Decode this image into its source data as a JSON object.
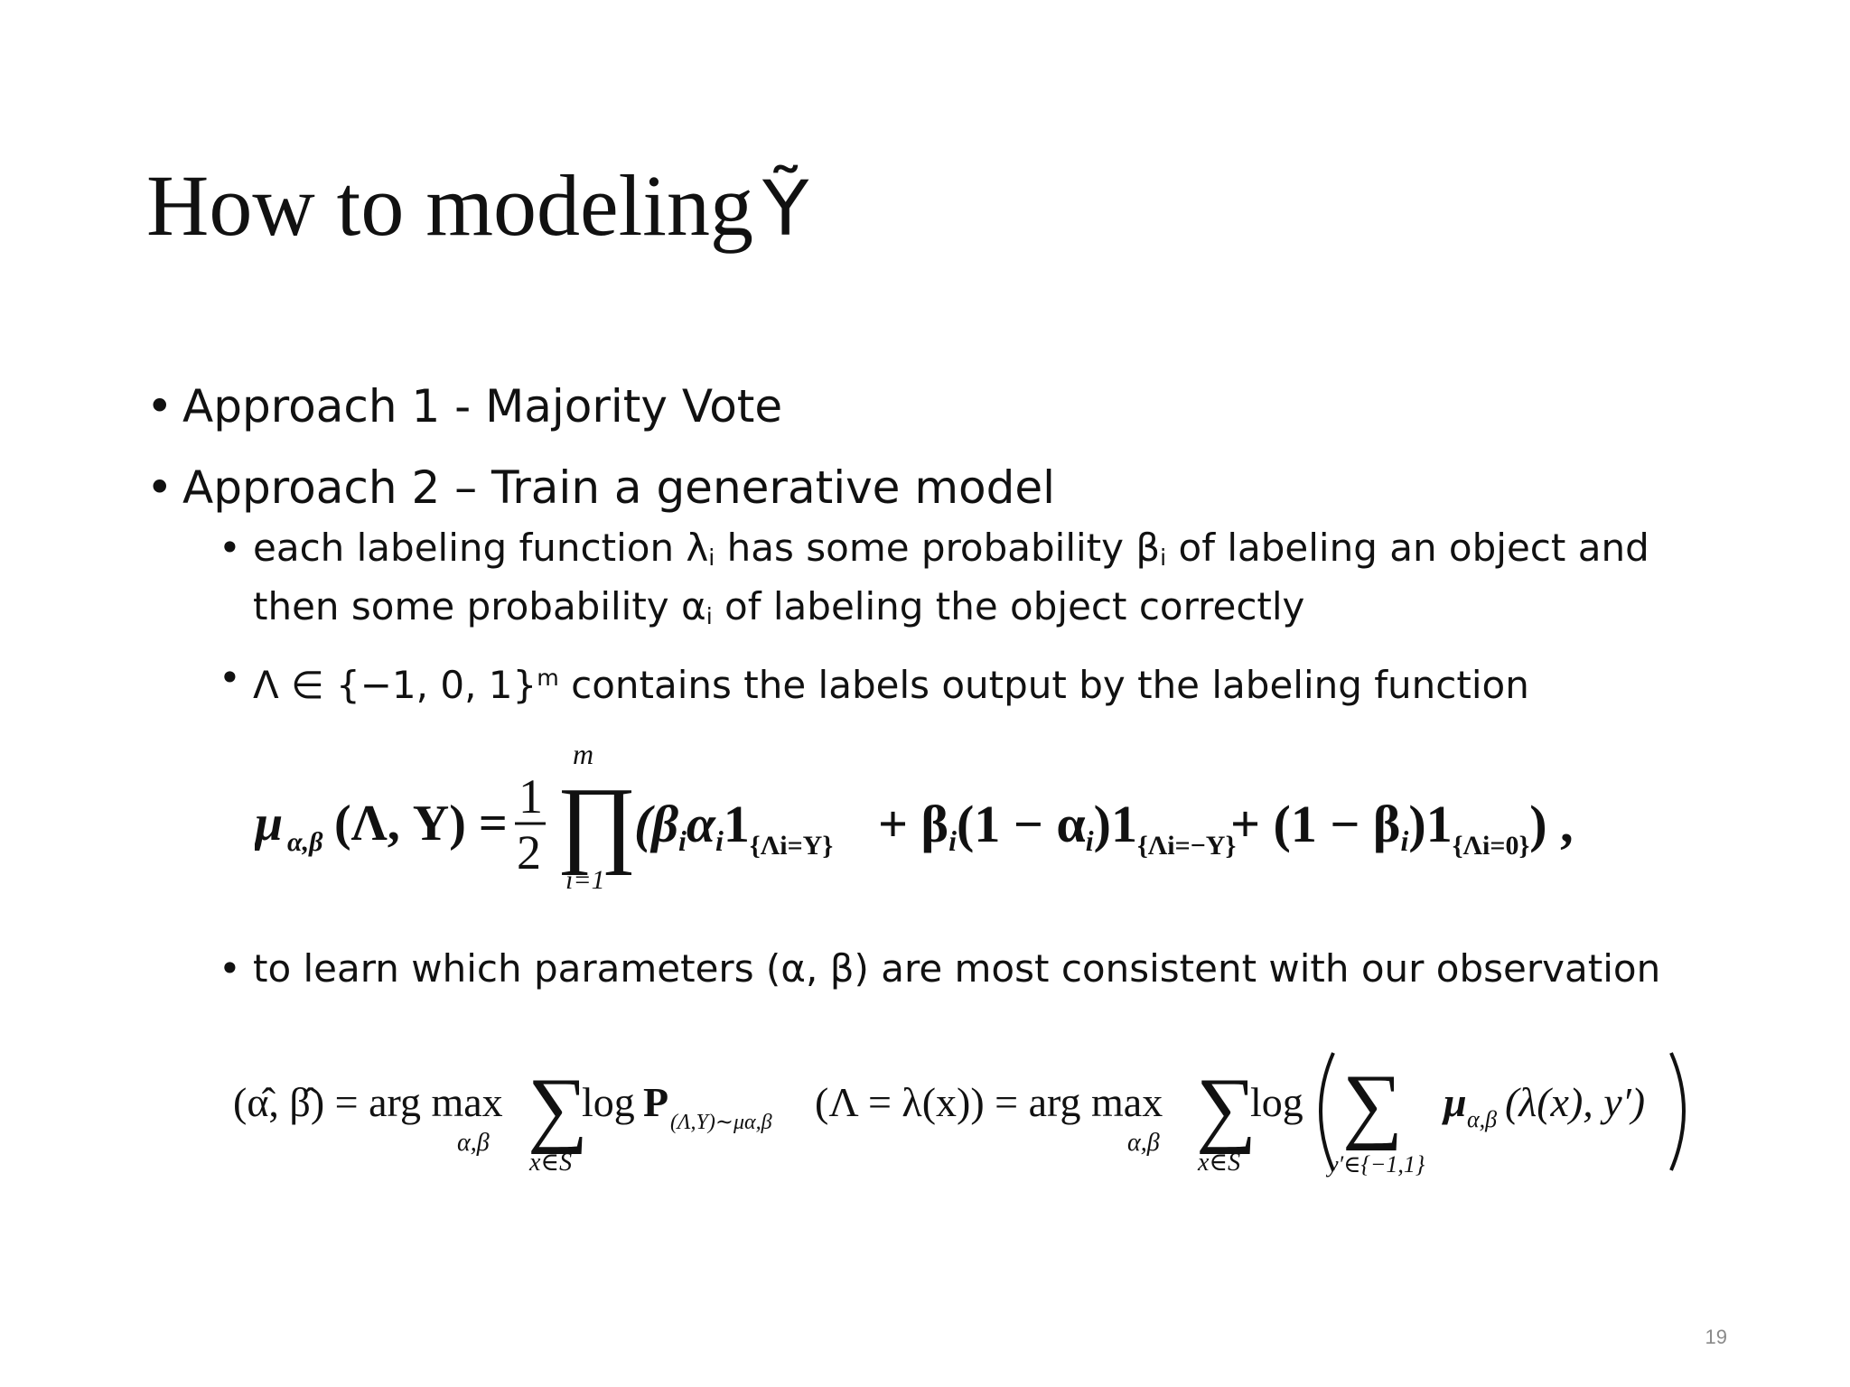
{
  "slide": {
    "title": "How to modeling",
    "title_symbol": "Ỹ",
    "bullets": {
      "approach1": "Approach 1 - Majority Vote",
      "approach2": "Approach 2 – Train a generative model",
      "sub1_a": "each labeling function λ",
      "sub1_i1": "i",
      "sub1_b": " has some probability β",
      "sub1_i2": "i",
      "sub1_c": " of labeling an object and then some probability α",
      "sub1_i3": "i",
      "sub1_d": " of labeling the object correctly",
      "sub2_a": "Λ ∈ {−1, 0, 1}",
      "sub2_sup": "m",
      "sub2_b": " contains the labels output by the labeling function",
      "sub3": "to learn which parameters (α, β) are most consistent with our observation"
    },
    "equation1": {
      "lhs": "μ",
      "lhs_sub": "α,β",
      "lhs_args": "(Λ, Y) =",
      "frac_num": "1",
      "frac_den": "2",
      "prod": "∏",
      "prod_top": "m",
      "prod_bottom": "i=1",
      "term1": "(β",
      "term1b": "α",
      "one": "1",
      "ind1": "{Λi=Y}",
      "plus1": "+ β",
      "term2": "(1 − α",
      "term2b": ")",
      "ind2": "{Λi=−Y}",
      "plus2": "+ (1 − β",
      "term3b": ")",
      "ind3": "{Λi=0}",
      "close": ") ,",
      "i": "i"
    },
    "equation2": {
      "lhs": "(α̂, β̂) = arg max",
      "argsub": "α,β",
      "sum": "∑",
      "sum_sub": "x∈S",
      "log": "log",
      "P": "P",
      "P_sub": "(Λ,Y)∼μα,β",
      "middle": "(Λ = λ(x)) = arg max",
      "inner_sum_sub": "y′∈{−1,1}",
      "mu": "μ",
      "mu_sub": "α,β",
      "mu_args": "(λ(x), y′)"
    },
    "page_number": "19"
  }
}
